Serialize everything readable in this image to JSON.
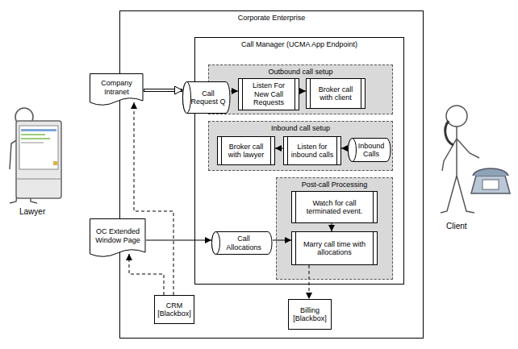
{
  "diagram": {
    "nodes": [
      {
        "text": [
          "Corporate Enterprise"
        ]
      },
      {
        "text": [
          "Call Manager (UCMA App Endpoint)"
        ],
        "in": 0
      },
      {
        "text": [
          "Outbound call setup"
        ],
        "in": 1
      },
      {
        "text": [
          "Call Request Q"
        ],
        "in": 0
      },
      {
        "text": [
          "Listen For New Call Requests"
        ],
        "in": 2
      },
      {
        "text": [
          "Broker call with client"
        ],
        "in": 2
      },
      {
        "text": [
          "Inbound call setup"
        ],
        "in": 1
      },
      {
        "text": [
          "Broker call with lawyer"
        ],
        "in": 6
      },
      {
        "text": [
          "Listen for inbound calls"
        ],
        "in": 6
      },
      {
        "text": [
          "Inbound Calls"
        ],
        "in": 6
      },
      {
        "text": [
          "Post-call Processing"
        ],
        "in": 1
      },
      {
        "text": [
          "Watch for call terminated event."
        ],
        "in": 10
      },
      {
        "text": [
          "Marry call time with allocations"
        ],
        "in": 10
      },
      {
        "text": [
          "Company Intranet"
        ],
        "in": 0
      },
      {
        "text": [
          "OC Extended Window Page"
        ],
        "in": 0
      },
      {
        "text": [
          "Call Allocations"
        ],
        "in": 1
      },
      {
        "text": [
          "CRM [Blackbox]"
        ],
        "in": 0
      },
      {
        "text": [
          "Billing [Blackbox]"
        ],
        "in": 0
      }
    ],
    "edges": [
      {
        "from": 13,
        "to": 3,
        "arrow": "to"
      },
      {
        "from": 3,
        "to": 4,
        "arrow": "to"
      },
      {
        "from": 4,
        "to": 5,
        "arrow": "to"
      },
      {
        "from": 9,
        "to": 8,
        "arrow": "to"
      },
      {
        "from": 8,
        "to": 7,
        "arrow": "to"
      },
      {
        "from": 11,
        "to": 12,
        "arrow": "to"
      },
      {
        "from": 15,
        "to": 12,
        "arrow": "to"
      },
      {
        "from": 14,
        "to": 15,
        "arrow": "to"
      },
      {
        "from": 16,
        "to": 14,
        "arrow": "to"
      },
      {
        "from": 16,
        "to": 13,
        "arrow": "to"
      },
      {
        "from": 12,
        "to": 17,
        "arrow": "to"
      }
    ],
    "labels": [
      "Lawyer",
      "Client"
    ]
  }
}
